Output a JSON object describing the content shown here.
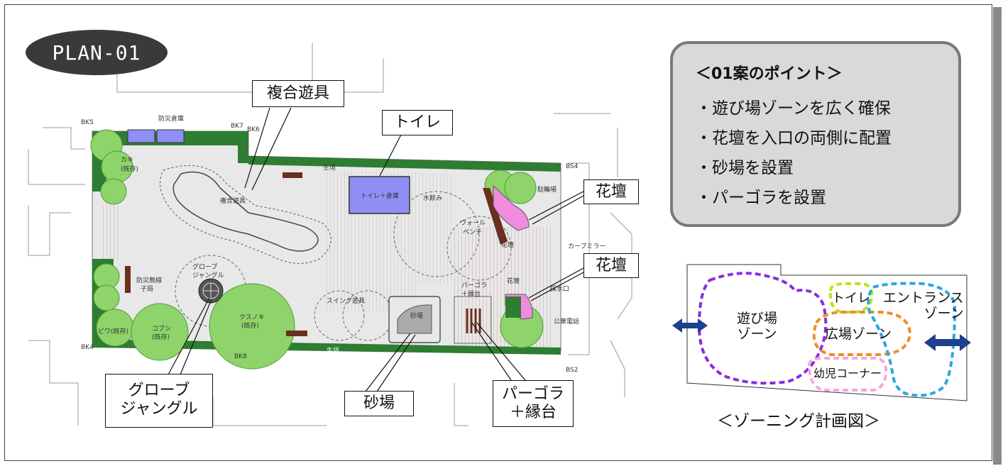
{
  "badge": "PLAN-01",
  "callouts": {
    "play_equipment": "複合遊具",
    "toilet": "トイレ",
    "flowerbed_1": "花壇",
    "flowerbed_2": "花壇",
    "globe_line1": "グローブ",
    "globe_line2": "ジャングル",
    "sandbox": "砂場",
    "pergola_line1": "パーゴラ",
    "pergola_line2": "＋縁台"
  },
  "points": {
    "title": "＜01案のポイント＞",
    "items": [
      "・遊び場ゾーンを広く確保",
      "・花壇を入口の両側に配置",
      "・砂場を設置",
      "・パーゴラを設置"
    ]
  },
  "zoning": {
    "caption": "＜ゾーニング計画図＞",
    "play_zone_line1": "遊び場",
    "play_zone_line2": "ゾーン",
    "toilet_zone": "トイレ",
    "entrance_line1": "エントランス",
    "entrance_line2": "ゾーン",
    "plaza_zone": "広場ゾーン",
    "toddler_corner": "幼児コーナー",
    "colors": {
      "play": "#8a2be2",
      "toilet": "#b5e61d",
      "entrance": "#29a8e0",
      "plaza": "#f28c28",
      "toddler": "#f4a6e0",
      "arrow": "#1f3f8f"
    }
  },
  "map_labels": {
    "disaster_storage": "防災倉庫",
    "kaki": "カキ",
    "kaki_exist": "(既存)",
    "play_equip": "複合遊具",
    "toilet_storage": "トイレ＋倉庫",
    "fountain": "水飲み",
    "wall_bench_1": "ウォール",
    "wall_bench_2": "ベンチ",
    "hedge_top": "生垣",
    "hedge_bottom": "生垣",
    "flowerbed_a": "花壇",
    "flowerbed_b": "花壇",
    "bike_1": "駐輪場",
    "curve_mirror": "カーブミラー",
    "globe_1": "グローブ",
    "globe_2": "ジャングル",
    "radio_1": "防災無線",
    "radio_2": "子局",
    "swing": "スイング遊具",
    "kusunoki": "クスノキ",
    "kusunoki_exist": "(既存)",
    "sandbox": "砂場",
    "pergola_1": "パーゴラ",
    "pergola_2": "＋縁台",
    "water_intake": "採水口",
    "phone": "公衆電話",
    "biwa": "ビワ(既存)",
    "kobushi": "コブシ",
    "kobushi_exist": "(既存)",
    "bk5": "BK5",
    "bk7": "BK7",
    "bk6": "BK6",
    "bs4": "BS4",
    "bk4": "BK4",
    "bk8": "BK8",
    "bs2": "BS2"
  },
  "colors": {
    "hedge": "#2e7d32",
    "tree": "#8ed46a",
    "toilet_fill": "#8f8ff5",
    "flowerbed": "#f08ce0",
    "bench": "#6b2f1f",
    "park_ground": "#e8e8e8"
  }
}
